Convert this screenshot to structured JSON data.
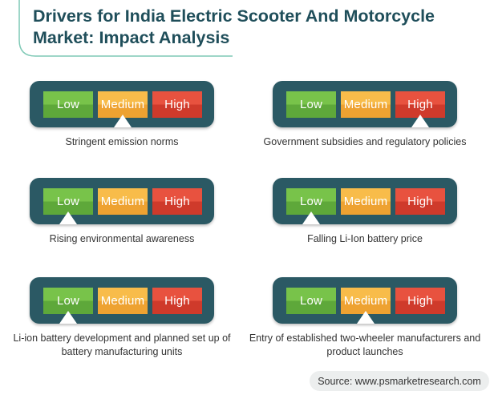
{
  "title": "Drivers for India Electric Scooter And Motorcycle Market: Impact Analysis",
  "scale_labels": {
    "low": "Low",
    "medium": "Medium",
    "high": "High"
  },
  "drivers": [
    {
      "label": "Stringent emission norms",
      "impact": "medium"
    },
    {
      "label": "Government subsidies and regulatory policies",
      "impact": "high"
    },
    {
      "label": "Rising environmental awareness",
      "impact": "low"
    },
    {
      "label": "Falling Li-Ion battery price",
      "impact": "low"
    },
    {
      "label": "Li-ion battery development and planned set up of battery manufacturing units",
      "impact": "low"
    },
    {
      "label": "Entry of established two-wheeler manufacturers and product launches",
      "impact": "medium"
    }
  ],
  "source": "Source: www.psmarketresearch.com",
  "colors": {
    "low": "#78c34a",
    "medium": "#f8bc4a",
    "high": "#e8523f",
    "frame": "#2b5964",
    "title": "#1f4e5a",
    "curve": "#7fc9b6"
  }
}
